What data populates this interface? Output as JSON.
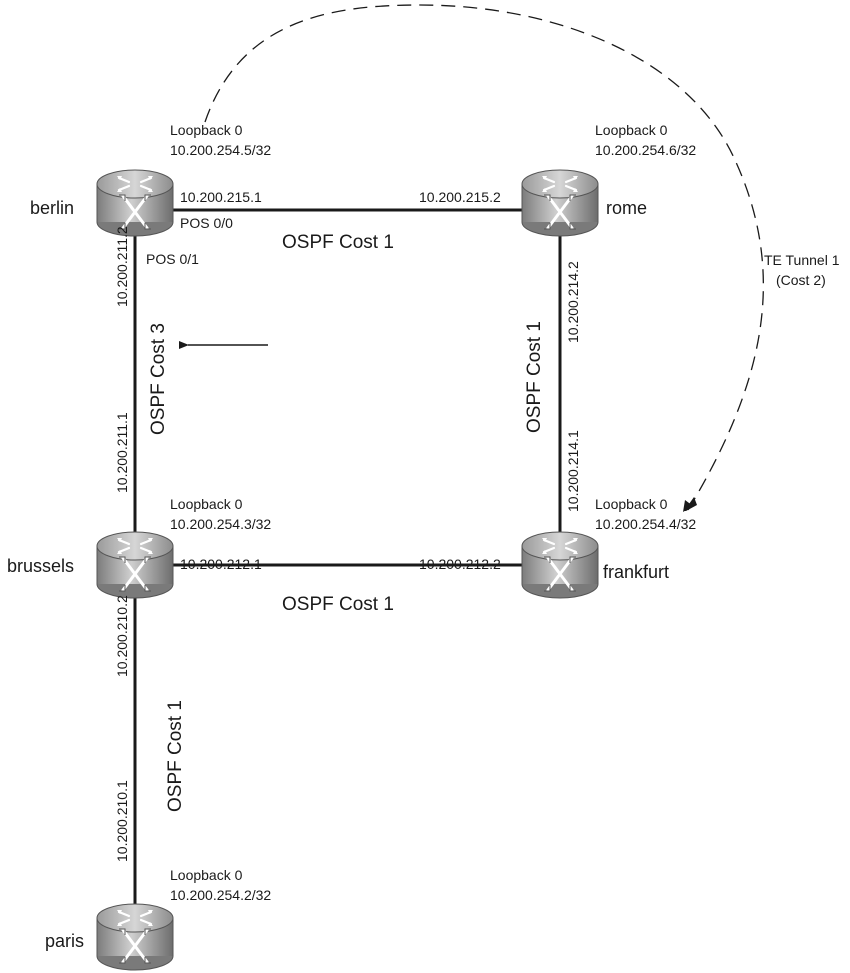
{
  "routers": {
    "berlin": {
      "name": "berlin",
      "loopback_label": "Loopback 0",
      "loopback_ip": "10.200.254.5/32"
    },
    "rome": {
      "name": "rome",
      "loopback_label": "Loopback 0",
      "loopback_ip": "10.200.254.6/32"
    },
    "brussels": {
      "name": "brussels",
      "loopback_label": "Loopback 0",
      "loopback_ip": "10.200.254.3/32"
    },
    "frankfurt": {
      "name": "frankfurt",
      "loopback_label": "Loopback 0",
      "loopback_ip": "10.200.254.4/32"
    },
    "paris": {
      "name": "paris",
      "loopback_label": "Loopback 0",
      "loopback_ip": "10.200.254.2/32"
    }
  },
  "links": {
    "berlin_rome": {
      "ip_a": "10.200.215.1",
      "ip_b": "10.200.215.2",
      "cost": "OSPF Cost 1",
      "intf": "POS 0/0"
    },
    "berlin_brussels": {
      "ip_a": "10.200.211.2",
      "ip_b": "10.200.211.1",
      "cost": "OSPF Cost 3",
      "intf": "POS 0/1"
    },
    "rome_frankfurt": {
      "ip_a": "10.200.214.2",
      "ip_b": "10.200.214.1",
      "cost": "OSPF Cost 1"
    },
    "brussels_frankfurt": {
      "ip_a": "10.200.212.1",
      "ip_b": "10.200.212.2",
      "cost": "OSPF Cost 1"
    },
    "brussels_paris": {
      "ip_a": "10.200.210.2",
      "ip_b": "10.200.210.1",
      "cost": "OSPF Cost 1"
    }
  },
  "tunnel": {
    "label": "TE Tunnel 1",
    "cost": "(Cost 2)"
  }
}
